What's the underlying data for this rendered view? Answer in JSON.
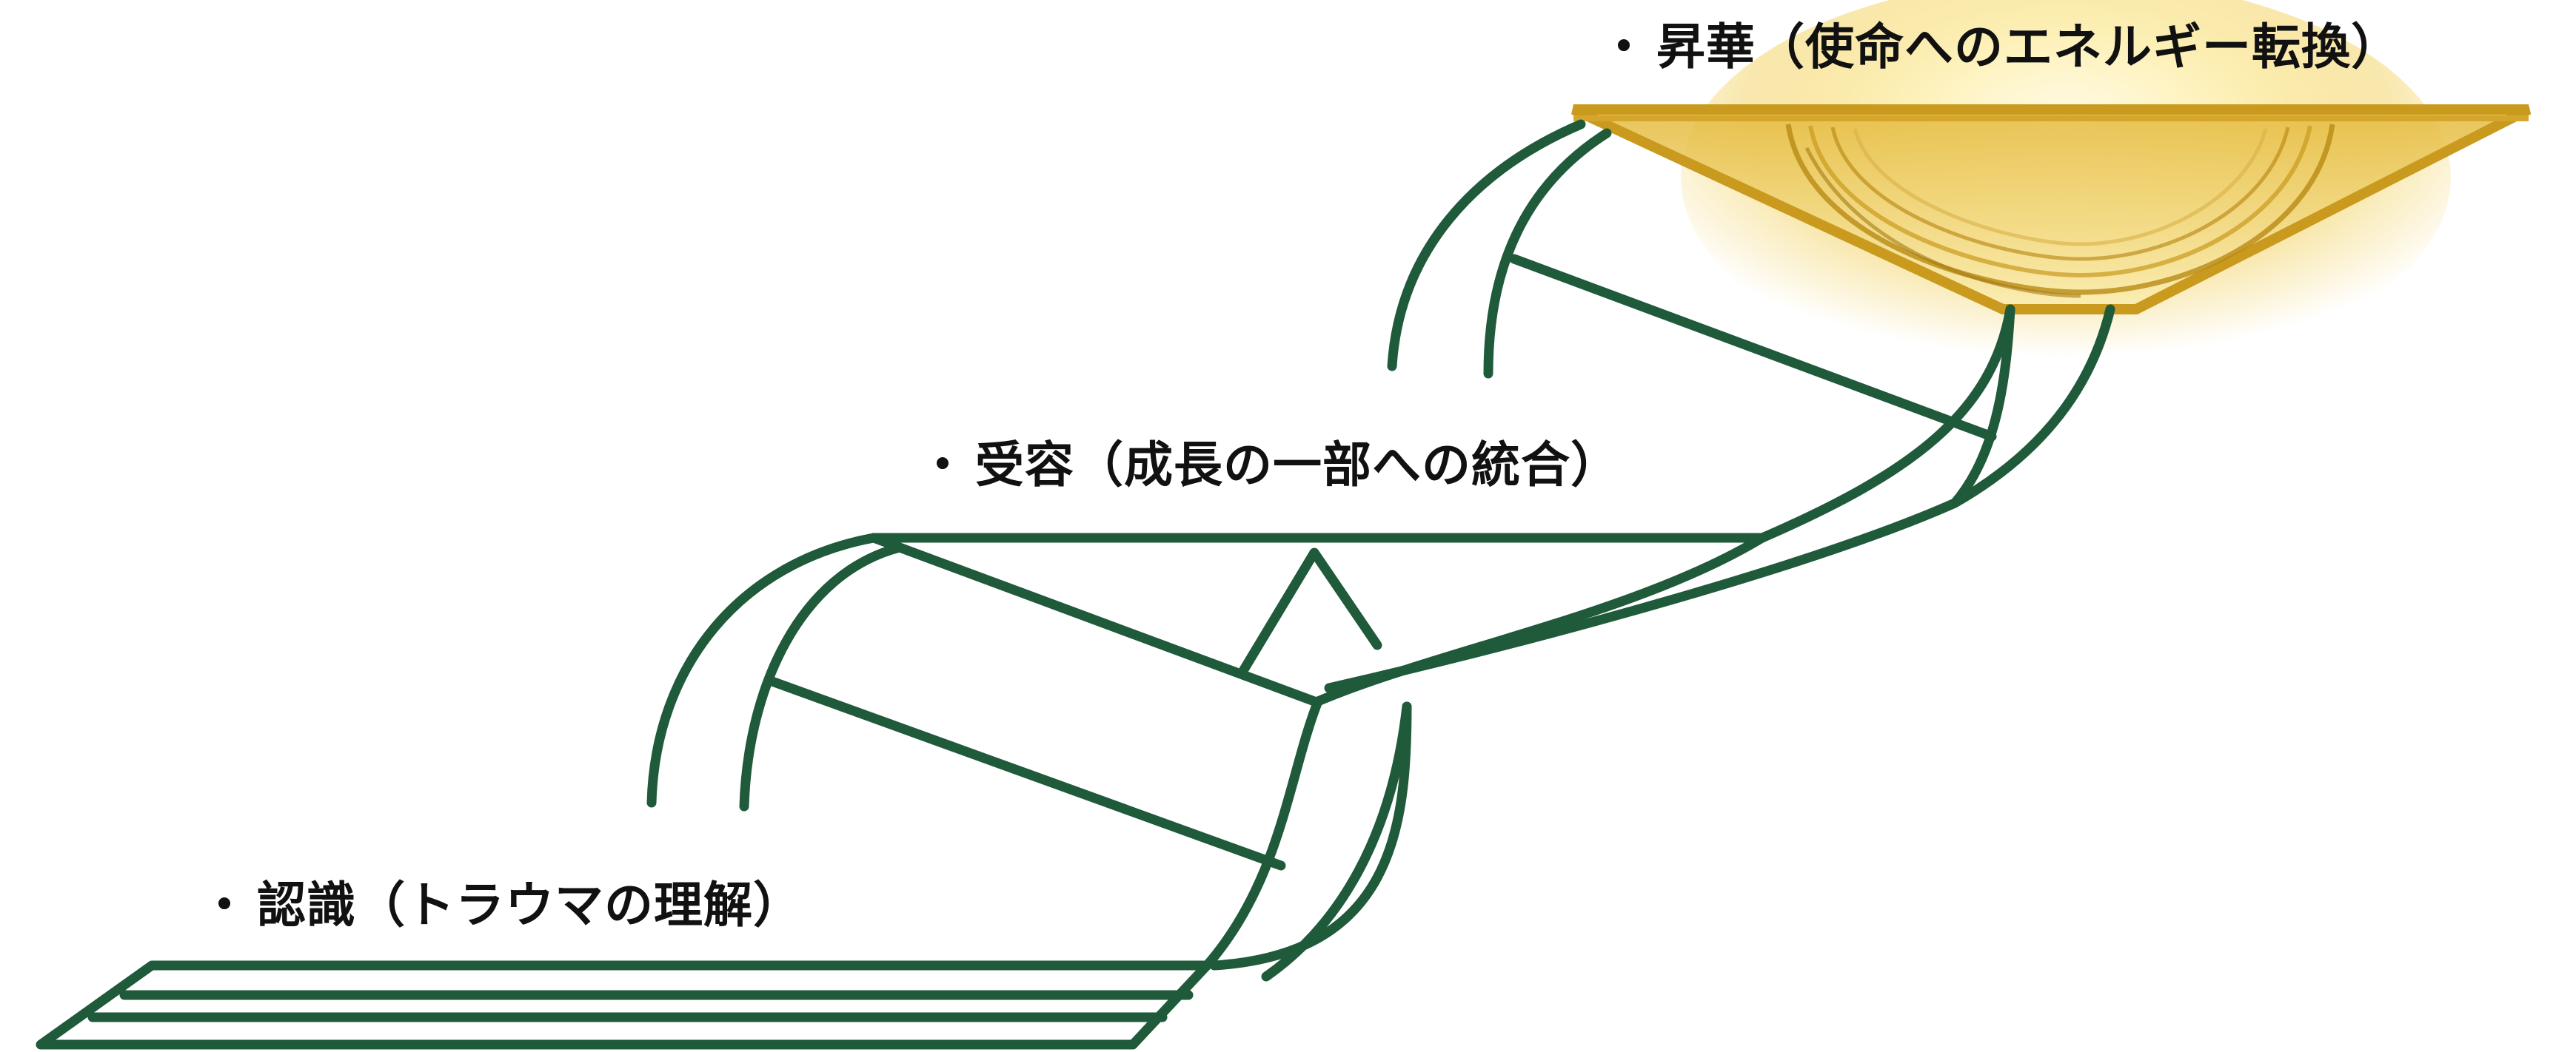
{
  "diagram": {
    "stages": [
      {
        "bullet": "・",
        "label": "認識（トラウマの理解）"
      },
      {
        "bullet": "・",
        "label": "受容（成長の一部への統合）"
      },
      {
        "bullet": "・",
        "label": "昇華（使命へのエネルギー転換）"
      }
    ],
    "colors": {
      "stairs": "#1f5a3a",
      "gold": "#d4a72c",
      "gold_light": "#f7e59a",
      "text": "#111111",
      "background": "#ffffff"
    }
  }
}
